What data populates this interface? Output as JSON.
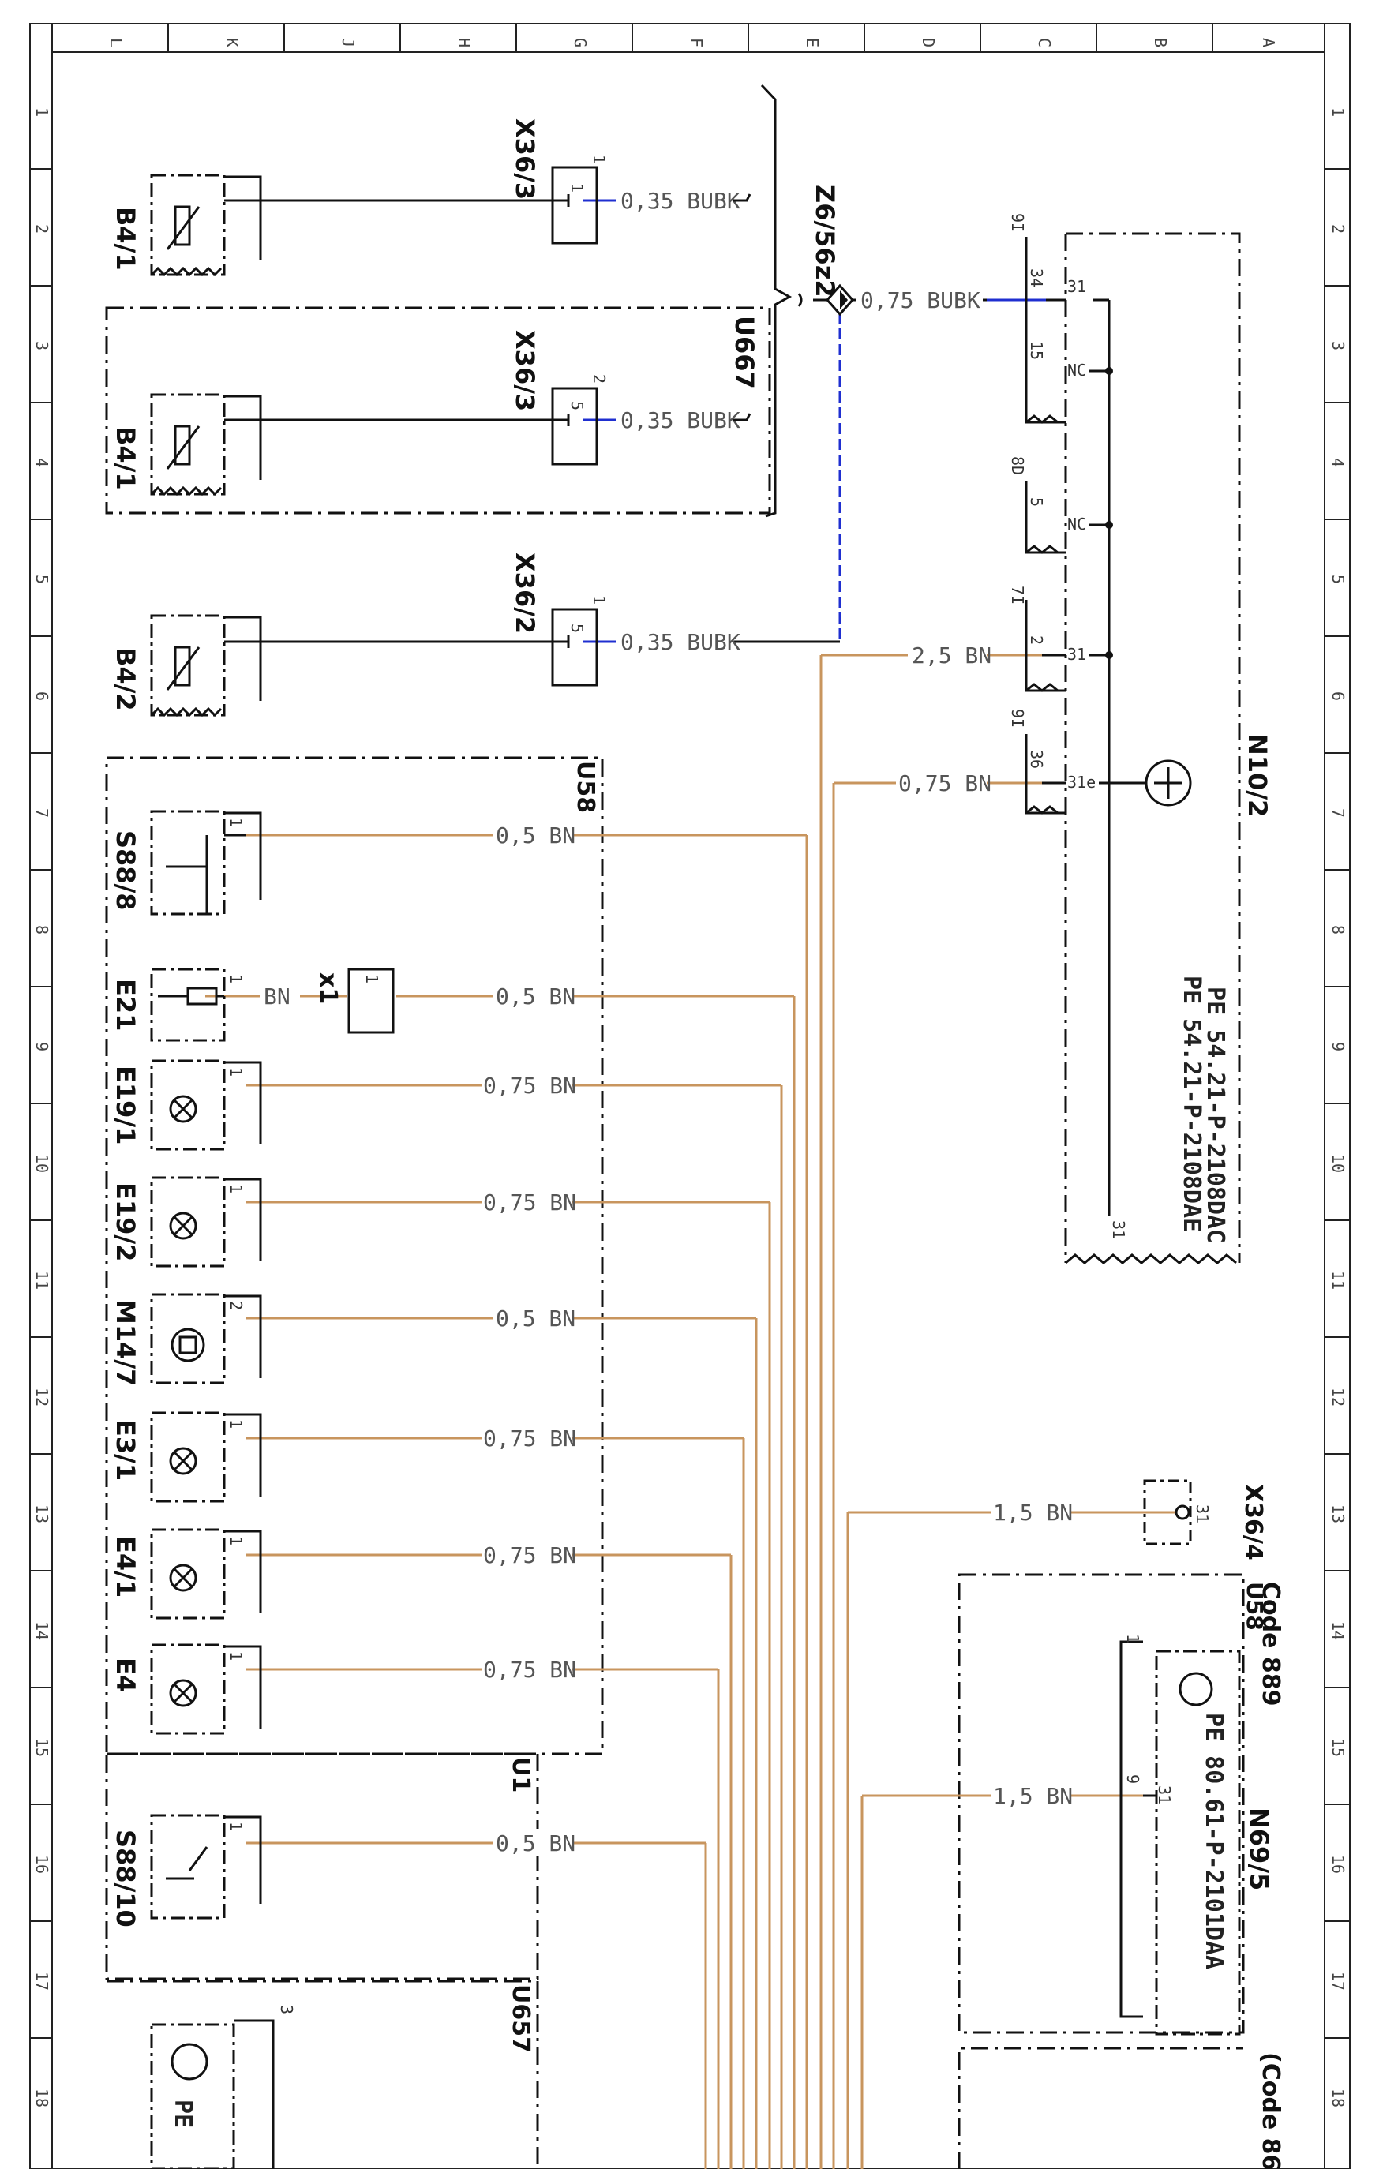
{
  "colors": {
    "wire_brown": "#c8955e",
    "wire_blue": "#1f2fd0",
    "wire_black": "#111111"
  },
  "frame": {
    "columns": [
      "L",
      "K",
      "J",
      "H",
      "G",
      "F",
      "E",
      "D",
      "C",
      "B",
      "A"
    ],
    "rows": [
      "1",
      "2",
      "3",
      "4",
      "5",
      "6",
      "7",
      "8",
      "9",
      "10",
      "11",
      "12",
      "13",
      "14",
      "15",
      "16",
      "17",
      "18"
    ]
  },
  "components": {
    "b41_top": "B4/1",
    "b41_mid": "B4/1",
    "b42": "B4/2",
    "x363_a": "X36/3",
    "x363_b": "X36/3",
    "x362": "X36/2",
    "z6": "Z6/56z2",
    "u667": "U667",
    "u58_a": "U58",
    "u58_b": "U58",
    "u1": "U1",
    "u657": "U657",
    "s888": "S88/8",
    "e21": "E21",
    "x1": "x1",
    "e191": "E19/1",
    "e192": "E19/2",
    "m147": "M14/7",
    "e31": "E3/1",
    "e41": "E4/1",
    "e4": "E4",
    "s8810": "S88/10",
    "n102": "N10/2",
    "x364": "X36/4",
    "n695": "N69/5",
    "code_889": "Code 889",
    "code_86": "(Code 86"
  },
  "references": {
    "pe_1": "PE 54.21-P-2108DAC",
    "pe_2": "PE 54.21-P-2108DAE",
    "pe_3": "PE 80.61-P-2101DAA",
    "pe_4": "PE"
  },
  "wires": {
    "w1": "0,35 BUBK",
    "w2": "0,35 BUBK",
    "w3": "0,35 BUBK",
    "w4": "0,75 BUBK",
    "w5": "2,5 BN",
    "w6": "0,75 BN",
    "w7": "0,5 BN",
    "w8": "BN",
    "w9": "0,5 BN",
    "w10": "0,75 BN",
    "w11": "0,75 BN",
    "w12": "0,5 BN",
    "w13": "0,75 BN",
    "w14": "0,75 BN",
    "w15": "0,75 BN",
    "w16": "0,5 BN",
    "w17": "1,5 BN",
    "w18": "1,5 BN"
  },
  "pins": {
    "p_x363a_n": "1",
    "p_x363a_p": "1",
    "p_x363b_n": "2",
    "p_x363b_p": "5",
    "p_x362_n": "1",
    "p_x362_p": "5",
    "p_n_34": "34",
    "p_n_31a": "31",
    "p_n_15": "15",
    "p_n_nc1": "NC",
    "p_n_5": "5",
    "p_n_nc2": "NC",
    "p_n_2": "2",
    "p_n_31b": "31",
    "p_n_36": "36",
    "p_n_31e": "31e",
    "p_n_31c": "31",
    "p_n_91a": "9I",
    "p_n_8d": "8D",
    "p_n_7i": "7I",
    "p_n_91b": "9I",
    "p_s888": "1",
    "p_e21": "1",
    "p_x1": "1",
    "p_e191": "1",
    "p_e192": "1",
    "p_m147": "2",
    "p_e31": "1",
    "p_e41": "1",
    "p_e4": "1",
    "p_s8810": "1",
    "p_x364": "31",
    "p_n695_9": "9",
    "p_n695_31": "31",
    "p_n695_1": "1",
    "p_u657_3": "3"
  }
}
